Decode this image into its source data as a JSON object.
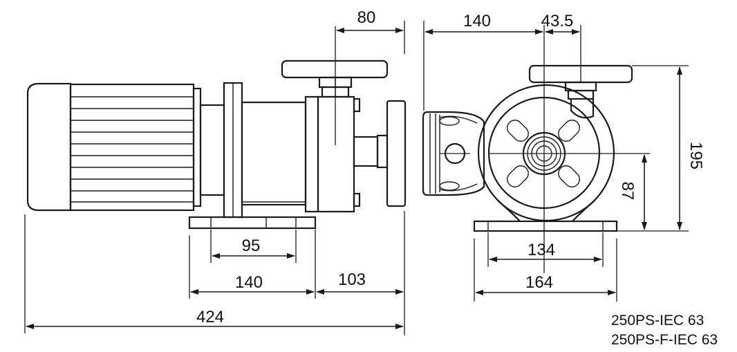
{
  "dimensions": {
    "side": {
      "outlet_offset": "80",
      "foot_hole_spacing": "95",
      "foot_length": "140",
      "pump_end": "103",
      "overall_length": "424"
    },
    "front": {
      "inlet_offset": "140",
      "outlet_offset": "43.5",
      "overall_height": "195",
      "shaft_height": "87",
      "foot_hole_spacing": "134",
      "foot_width": "164"
    }
  },
  "models": [
    "250PS-IEC 63",
    "250PS-F-IEC 63"
  ]
}
